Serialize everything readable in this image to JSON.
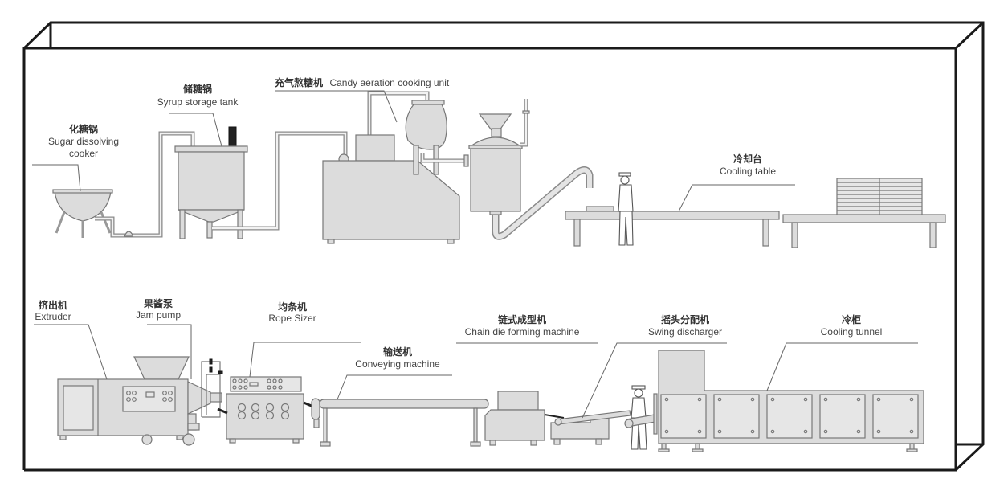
{
  "diagram": {
    "title": "Candy production line",
    "labels": {
      "sugar_dissolving_cooker": {
        "cn": "化糖锅",
        "en_line1": "Sugar dissolving",
        "en_line2": "cooker"
      },
      "syrup_storage_tank": {
        "cn": "储糖锅",
        "en": "Syrup storage tank"
      },
      "candy_aeration_cooking_unit": {
        "cn": "充气熬糖机",
        "en": "Candy aeration cooking unit"
      },
      "cooling_table": {
        "cn": "冷却台",
        "en": "Cooling table"
      },
      "extruder": {
        "cn": "挤出机",
        "en": "Extruder"
      },
      "jam_pump": {
        "cn": "果酱泵",
        "en": "Jam pump"
      },
      "rope_sizer": {
        "cn": "均条机",
        "en": "Rope Sizer"
      },
      "conveying_machine": {
        "cn": "输送机",
        "en": "Conveying machine"
      },
      "chain_die_forming_machine": {
        "cn": "链式成型机",
        "en": "Chain die forming machine"
      },
      "swing_discharger": {
        "cn": "摇头分配机",
        "en": "Swing discharger"
      },
      "cooling_tunnel": {
        "cn": "冷柜",
        "en": "Cooling tunnel"
      }
    },
    "colors": {
      "frame": "#1a1a1a",
      "machine_fill": "#dcdcdc",
      "machine_stroke": "#777777",
      "text": "#333333"
    }
  }
}
